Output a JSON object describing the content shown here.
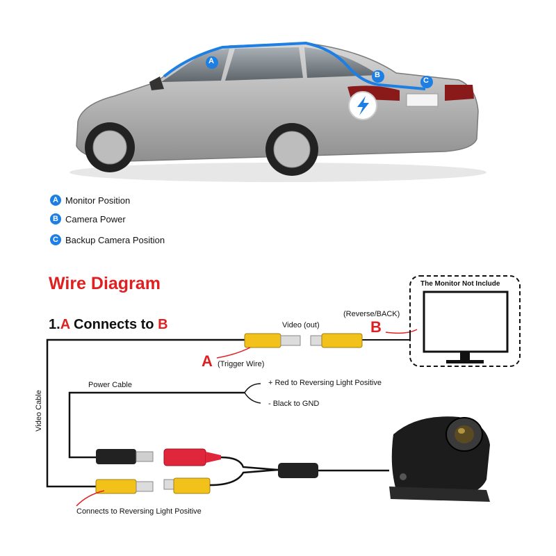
{
  "car_markers": [
    "A",
    "B",
    "C"
  ],
  "legend": [
    {
      "letter": "A",
      "text": "Monitor Position"
    },
    {
      "letter": "B",
      "text": "Camera Power"
    },
    {
      "letter": "C",
      "text": "Backup Camera Position"
    }
  ],
  "wire_diagram": {
    "title": "Wire Diagram",
    "step_prefix": "1.",
    "step_a": "A",
    "step_mid": " Connects to ",
    "step_b": "B",
    "video_out": "Video (out)",
    "reverse_back": "(Reverse/BACK)",
    "letter_b": "B",
    "letter_a": "A",
    "trigger_wire": "(Trigger Wire)",
    "monitor_note": "The Monitor Not Include",
    "power_cable": "Power Cable",
    "red_wire": "+ Red to Reversing Light Positive",
    "black_wire": "- Black to GND",
    "video_cable": "Video Cable",
    "reversing_light": "Connects to Reversing Light Positive"
  },
  "colors": {
    "accent_blue": "#1d7fe3",
    "accent_red": "#e02020",
    "rca_yellow": "#f2c21b"
  }
}
